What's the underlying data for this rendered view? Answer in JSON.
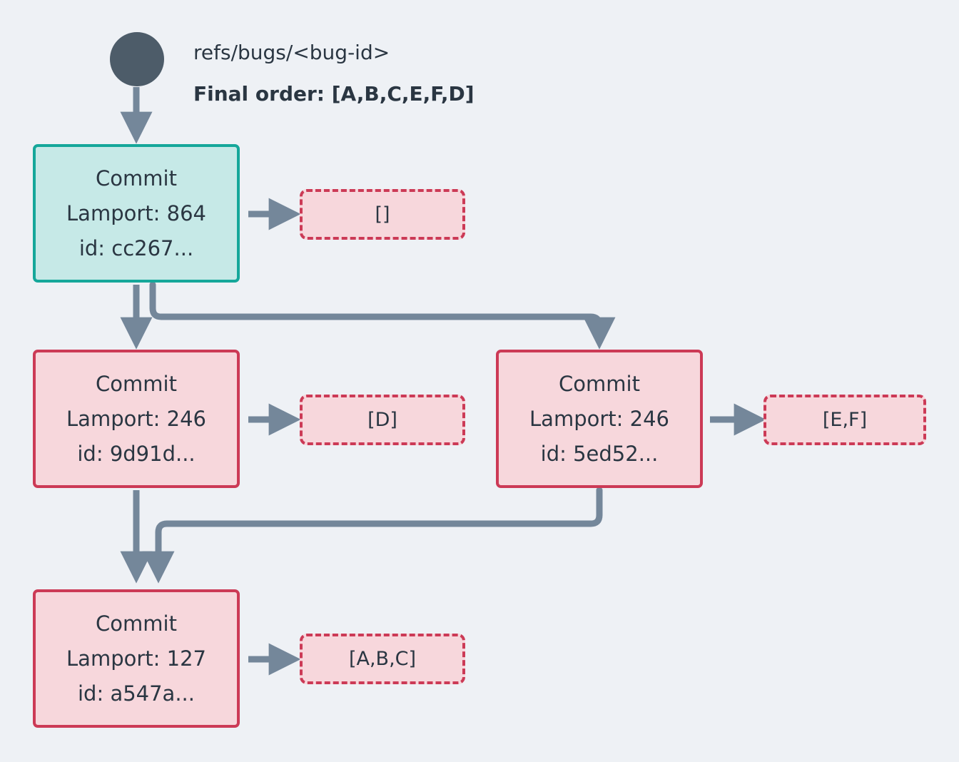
{
  "diagram": {
    "background_color": "#eef1f5",
    "title_ref": "refs/bugs/<bug-id>",
    "final_order": "Final order: [A,B,C,E,F,D]",
    "root_node_name": "root-dot",
    "colors": {
      "head_fill": "#c6e9e7",
      "head_border": "#15a79a",
      "commit_fill": "#f7d7dc",
      "commit_border": "#cc3a56",
      "edge": "#74879a",
      "text": "#2a3642",
      "root_dot": "#4d5c69"
    },
    "commits": [
      {
        "key": "head",
        "label": "Commit",
        "lamport": "Lamport: 864",
        "id": "id: cc267...",
        "style": "teal",
        "ops_label": "[]"
      },
      {
        "key": "left_mid",
        "label": "Commit",
        "lamport": "Lamport: 246",
        "id": "id: 9d91d...",
        "style": "pink",
        "ops_label": "[D]"
      },
      {
        "key": "right_mid",
        "label": "Commit",
        "lamport": "Lamport: 246",
        "id": "id: 5ed52...",
        "style": "pink",
        "ops_label": "[E,F]"
      },
      {
        "key": "root_commit",
        "label": "Commit",
        "lamport": "Lamport: 127",
        "id": "id: a547a...",
        "style": "pink",
        "ops_label": "[A,B,C]"
      }
    ]
  }
}
